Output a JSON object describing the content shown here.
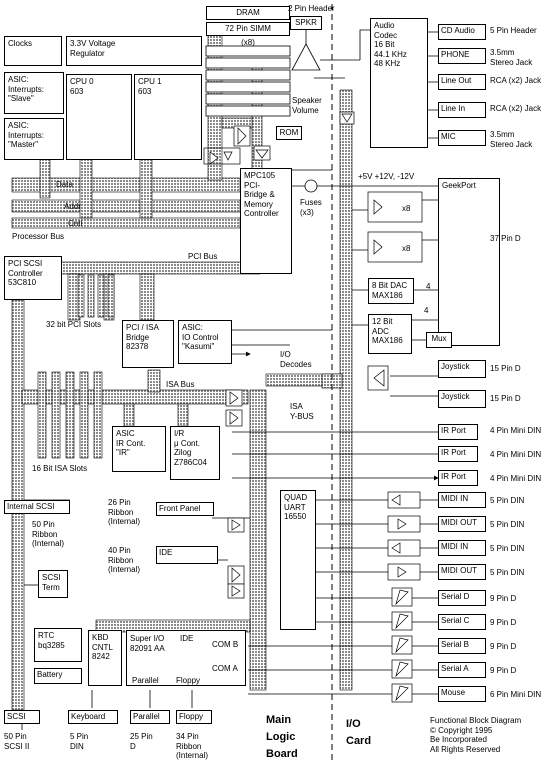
{
  "chips": {
    "clocks": "Clocks",
    "regulator": "3.3V Voltage\nRegulator",
    "asic_slave": "ASIC:\nInterrupts:\n\"Slave\"",
    "asic_master": "ASIC:\nInterrupts:\n\"Master\"",
    "cpu0": "CPU 0\n603",
    "cpu1": "CPU 1\n603",
    "dram": "DRAM",
    "simm": "72 Pin SIMM",
    "simm_x8": "(x8)",
    "rom": "ROM",
    "mpc105": "MPC105\nPCI-\nBridge &\nMemory\nController",
    "pci_scsi": "PCI SCSI\nController\n53C810",
    "pci_isa": "PCI / ISA\nBridge\n82378",
    "kasumi": "ASIC:\nIO Control\n\"Kasumi\"",
    "asic_ir": "ASIC\nIR Cont.\n\"IR\"",
    "zilog": "I/R\nμ Cont.\nZilog\nZ786C04",
    "front_panel": "Front Panel",
    "ide": "IDE",
    "quad_uart": "QUAD\nUART\n16550",
    "internal_scsi": "Internal SCSI",
    "scsi_term": "SCSI\nTerm",
    "rtc": "RTC\nbq3285",
    "battery": "Battery",
    "kbd_cntl": "KBD\nCNTL\n8242",
    "super_io": "Super I/O\n82091 AA",
    "super_io_ide": "IDE",
    "com_b": "COM B",
    "com_a": "COM A",
    "parallel_pin": "Parallel",
    "floppy_pin": "Floppy",
    "scsi_out": "SCSI",
    "keyboard": "Keyboard",
    "parallel_out": "Parallel",
    "floppy_out": "Floppy",
    "spkr": "SPKR",
    "audio_codec": "Audio\nCodec\n16 Bit\n44.1 KHz\n48 KHz",
    "cd_audio": "CD Audio",
    "phone": "PHONE",
    "line_out": "Line Out",
    "line_in": "Line In",
    "mic": "MIC",
    "geekport": "GeekPort",
    "dac": "8 Bit DAC\nMAX186",
    "adc": "12 Bit\nADC\nMAX186",
    "mux": "Mux",
    "joystick1": "Joystick",
    "joystick2": "Joystick",
    "ir1": "IR Port",
    "ir2": "IR Port",
    "ir3": "IR Port",
    "midi_in1": "MIDI IN",
    "midi_out1": "MIDI OUT",
    "midi_in2": "MIDI IN",
    "midi_out2": "MIDI OUT",
    "serial_d": "Serial D",
    "serial_c": "Serial C",
    "serial_b": "Serial B",
    "serial_a": "Serial A",
    "mouse": "Mouse",
    "x8a": "x8",
    "x8b": "x8"
  },
  "labels": {
    "data": "Data",
    "addr": "Addr",
    "cntl": "Cntl",
    "processor_bus": "Processor Bus",
    "pci_bus": "PCI Bus",
    "pci_slots": "32 bit PCI Slots",
    "isa_bus": "ISA Bus",
    "isa_slots": "16 Bit ISA Slots",
    "io_decodes": "I/O\nDecodes",
    "isa_ybus": "ISA\nY-BUS",
    "header_2pin": "2 Pin Header",
    "speaker_volume": "Speaker\nVolume",
    "fuses": "Fuses\n(x3)",
    "power": "+5V +12V, -12V",
    "ribbon26": "26 Pin\nRibbon\n(Internal)",
    "ribbon40": "40 Pin\nRibbon\n(Internal)",
    "ribbon50": "50 Pin\nRibbon\n(Internal)",
    "four_a": "4",
    "four_b": "4",
    "main_logic_board": "Main\nLogic\nBoard",
    "io_card": "I/O\nCard",
    "caption": "Functional Block Diagram\n© Copyright 1995\nBe Incorporated\nAll Rights Reserved"
  },
  "connectors": {
    "cd_audio": "5 Pin Header",
    "phone": "3.5mm\nStereo Jack",
    "line_out": "RCA (x2) Jack",
    "line_in": "RCA (x2) Jack",
    "mic": "3.5mm\nStereo Jack",
    "geekport": "37 Pin D",
    "joystick1": "15 Pin D",
    "joystick2": "15 Pin D",
    "ir1": "4 Pin Mini DIN",
    "ir2": "4 Pin Mini DIN",
    "ir3": "4 Pin Mini DIN",
    "midi_in1": "5 Pin DIN",
    "midi_out1": "5 Pin DIN",
    "midi_in2": "5 Pin DIN",
    "midi_out2": "5 Pin DIN",
    "serial_d": "9 Pin D",
    "serial_c": "9 Pin D",
    "serial_b": "9 Pin D",
    "serial_a": "9 Pin D",
    "mouse": "6 Pin Mini DIN",
    "scsi": "50 Pin\nSCSI II",
    "keyboard": "5 Pin\nDIN",
    "parallel": "25 Pin\nD",
    "floppy": "34 Pin\nRibbon\n(Internal)"
  }
}
